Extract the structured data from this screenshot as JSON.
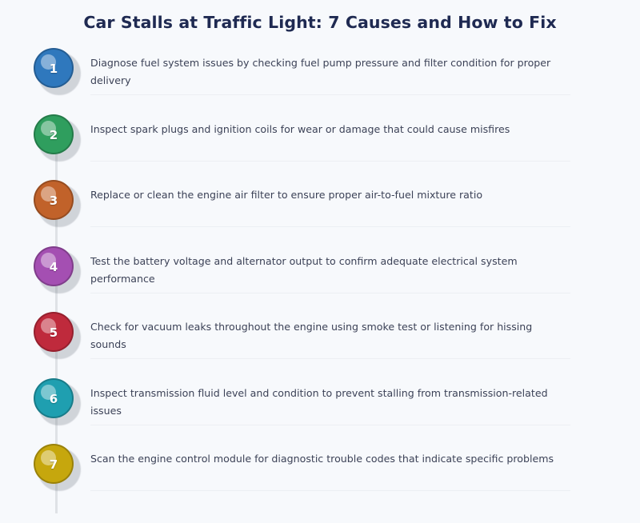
{
  "header": {
    "title": "Car Stalls at Traffic Light: 7 Causes and How to Fix"
  },
  "theme": {
    "background": "#f7f9fc",
    "title_color": "#1f2a52",
    "body_text_color": "#3c4257",
    "connector_color": "#dfe2e6",
    "rule_color": "#eceff3"
  },
  "steps": [
    {
      "number": "1",
      "text": "Diagnose fuel system issues by checking fuel pump pressure and filter condition for proper delivery",
      "color": "#2f78bd"
    },
    {
      "number": "2",
      "text": "Inspect spark plugs and ignition coils for wear or damage that could cause misfires",
      "color": "#2f9e5e"
    },
    {
      "number": "3",
      "text": "Replace or clean the engine air filter to ensure proper air-to-fuel mixture ratio",
      "color": "#c1622a"
    },
    {
      "number": "4",
      "text": "Test the battery voltage and alternator output to confirm adequate electrical system performance",
      "color": "#a44fb2"
    },
    {
      "number": "5",
      "text": "Check for vacuum leaks throughout the engine using smoke test or listening for hissing sounds",
      "color": "#bf2a3c"
    },
    {
      "number": "6",
      "text": "Inspect transmission fluid level and condition to prevent stalling from transmission-related issues",
      "color": "#1f9fb0"
    },
    {
      "number": "7",
      "text": "Scan the engine control module for diagnostic trouble codes that indicate specific problems",
      "color": "#c6a70d"
    }
  ]
}
